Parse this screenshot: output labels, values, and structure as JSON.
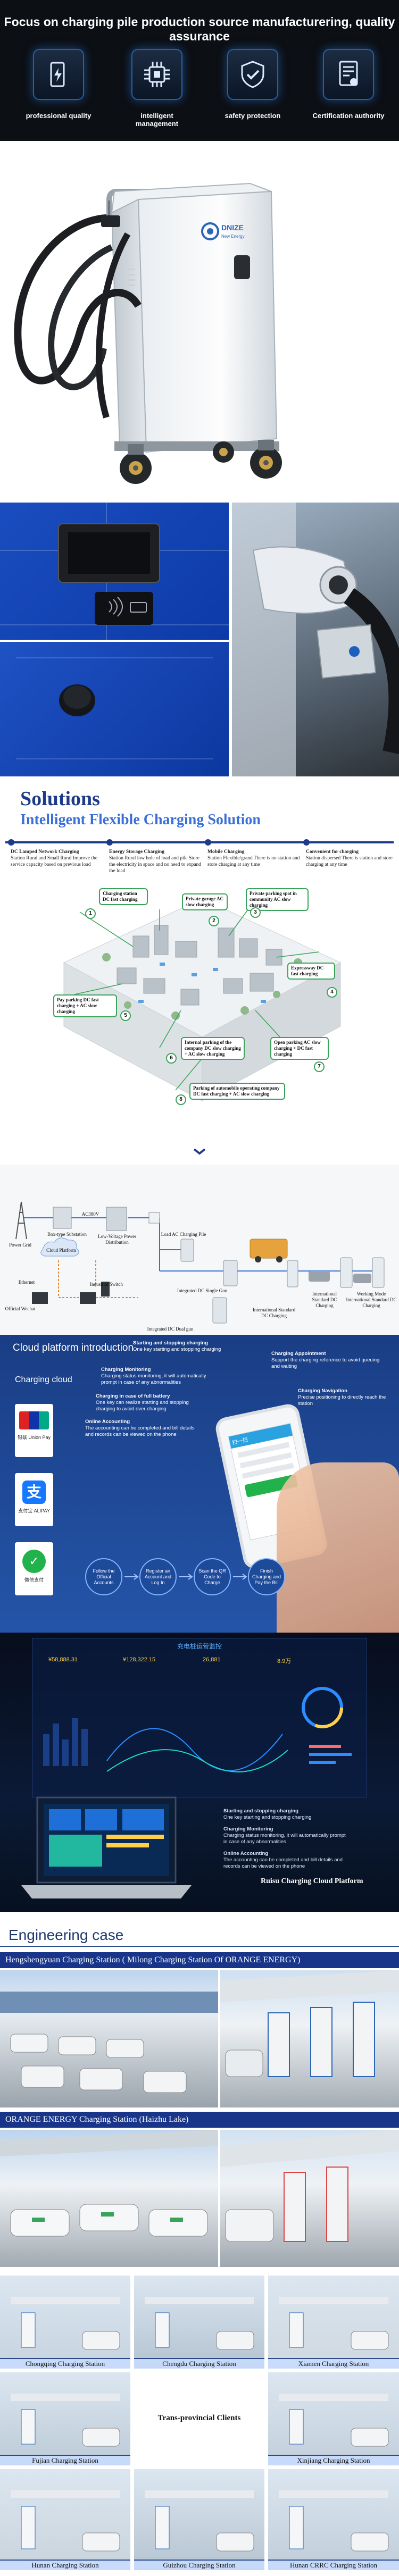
{
  "features": {
    "heading": "Focus on charging pile production source manufacturering, quality assurance",
    "items": [
      {
        "label": "professional quality",
        "icon": "phone-charge-icon"
      },
      {
        "label": "intelligent management",
        "icon": "chip-icon"
      },
      {
        "label": "safety protection",
        "icon": "shield-check-icon"
      },
      {
        "label": "Certification authority",
        "icon": "certificate-icon"
      }
    ]
  },
  "product": {
    "brand": "DNIZE",
    "brand_sub": "New Energy"
  },
  "solutions": {
    "title": "Solutions",
    "subtitle": "Intelligent Flexible Charging Solution",
    "timeline": [
      {
        "title": "DC Lamped Network Charging",
        "text": "Station Rural and Small Rural Improve the service capacity based on previous load"
      },
      {
        "title": "Energy Storage Charging",
        "text": "Station Rural low hole of load and pile Store the electricity in space and no need to expand the load"
      },
      {
        "title": "Mobile Charging",
        "text": "Station Flexible/grand There is no station and store charging at any time"
      },
      {
        "title": "Convenient for charging",
        "text": "Station dispersed There is station and store charging at any time"
      }
    ],
    "callouts": [
      "Charging station DC fast charging",
      "Private garage AC slow charging",
      "Private parking spot in community AC slow charging",
      "Expressway DC fast charging",
      "Pay parking DC fast charging + AC slow charging",
      "Internal parking of the company DC slow charging + AC slow charging",
      "Open parking AC slow charging + DC fast charging",
      "Parking of automobile operating company DC fast charging + AC slow charging"
    ],
    "numbers": [
      "1",
      "2",
      "3",
      "4",
      "5",
      "6",
      "7",
      "8"
    ]
  },
  "topology": {
    "labels": {
      "grid": "Power Grid",
      "substation": "Box-type Substation",
      "lv": "Low-Voltage Power Distribution",
      "ac": "AC380V",
      "cloud": "Cloud Platform",
      "ethernet": "Ethernet",
      "official": "Official Wechat",
      "fiber": "Industrial Switch",
      "load": "Load AC Charging Pile",
      "main": "Integrated DC Single Gun",
      "dual": "Integrated DC Dual gun",
      "bus": "International Standard DC Charging",
      "ws1": "Working Mode International Standard DC Charging",
      "ws2": "International Standard DC Charging"
    }
  },
  "cloud": {
    "title": "Cloud platform introduction",
    "left_title": "Charging cloud",
    "pay": [
      {
        "label": "银联 Union Pay",
        "icon": "unionpay-icon"
      },
      {
        "label": "支付宝 ALIPAY",
        "icon": "alipay-icon"
      },
      {
        "label": "微信支付",
        "icon": "wechat-pay-icon"
      }
    ],
    "notes": [
      {
        "title": "Starting and stopping charging",
        "text": "One key starting and stopping charging"
      },
      {
        "title": "Charging Appointment",
        "text": "Support the charging reference to avoid queuing and waiting"
      },
      {
        "title": "Charging Monitoring",
        "text": "Charging status monitoring, it will automatically prompt in case of any abnormalities"
      },
      {
        "title": "Charging Navigation",
        "text": "Precise positioning to directly reach the station"
      },
      {
        "title": "Charging in case of full battery",
        "text": "One key can realize starting and stopping charging to avoid over charging"
      },
      {
        "title": "Online Accounting",
        "text": "The accounting can be completed and bill details and records can be viewed on the phone"
      }
    ],
    "steps": [
      "Follow the Official Accounts",
      "Register an Account and Log In",
      "Scan the QR Code to Charge",
      "Finish Charging and Pay the Bill"
    ],
    "phone_app": "扫一扫"
  },
  "platform": {
    "header": "充电桩运营监控",
    "stats": [
      "¥58,888.31",
      "¥128,322.15",
      "26,881",
      "8.9万"
    ],
    "notes": [
      {
        "title": "Starting and stopping charging",
        "text": "One key starting and stopping charging"
      },
      {
        "title": "Charging Monitoring",
        "text": "Charging status monitoring, it will automatically prompt in case of any abnormalities"
      },
      {
        "title": "Online Accounting",
        "text": "The accounting can be completed and bill details and records can be viewed on the phone"
      }
    ],
    "caption": "Ruisu Charging Cloud Platform"
  },
  "cases": {
    "title": "Engineering case",
    "banners": [
      "Hengshengyuan Charging Station ( Milong Charging Station Of ORANGE ENERGY)",
      "ORANGE ENERGY Charging Station (Haizhu Lake)"
    ],
    "grid": [
      "Chongqing Charging Station",
      "Chengdu Charging Station",
      "Xiamen Charging Station",
      "Fujian Charging Station",
      "Trans-provincial Clients",
      "Xinjiang Charging Station",
      "Hunan Charging Station",
      "Guizhou Charging Station",
      "Hunan CRRC Charging Station"
    ]
  },
  "colors": {
    "accent": "#1e3a8a",
    "brand_blue": "#2a66b8",
    "green": "#3aa35a"
  }
}
